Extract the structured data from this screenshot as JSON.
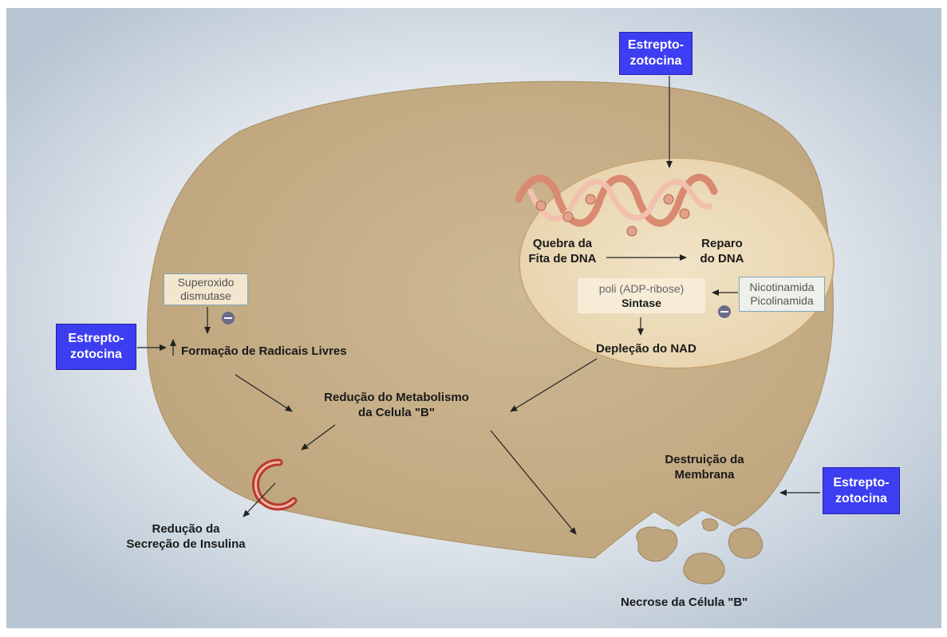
{
  "labels": {
    "strep_top": "Estrepto-\nzotocina",
    "strep_left": "Estrepto-\nzotocina",
    "strep_right": "Estrepto-\nzotocina",
    "superoxido": "Superoxido\ndismutase",
    "radicais": "Formação de Radicais Livres",
    "quebra": "Quebra da\nFita de DNA",
    "reparo": "Reparo\ndo DNA",
    "poli_line1": "poli  (ADP-ribose)",
    "poli_line2": "Sintase",
    "nicotinamida": "Nicotinamida\nPicolinamida",
    "deplecao": "Depleção do NAD",
    "metabolismo": "Redução do Metabolismo\nda Celula \"B\"",
    "secrecao": "Redução da\nSecreção de Insulina",
    "destruicao": "Destruição da\nMembrana",
    "necrose": "Necrose da Célula \"B\""
  },
  "symbols": {
    "inhibit": "–",
    "increase": "↑"
  },
  "colors": {
    "background": "#d9e0e6",
    "cell": "#c7b18a",
    "nucleus": "#ecdcbc",
    "strep_box": "#3d3df2",
    "helix": "#e6a08a",
    "inhibit_circle": "#6a6a8a"
  }
}
